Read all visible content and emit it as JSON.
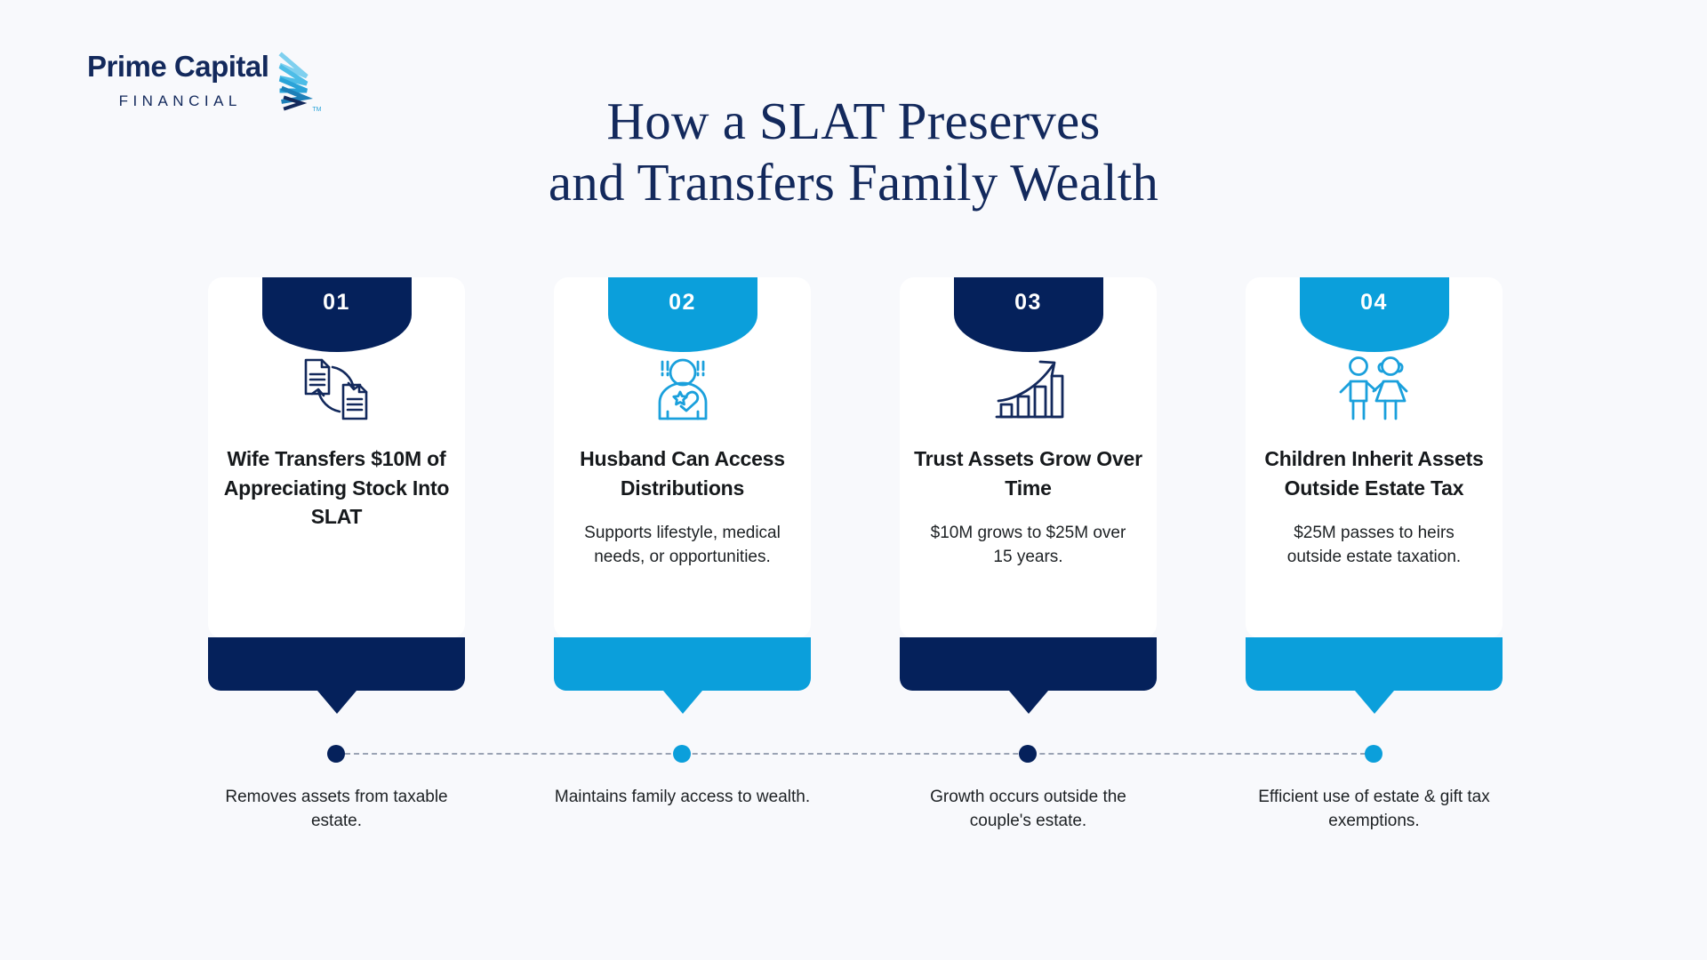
{
  "brand": {
    "logo_name": "Prime Capital",
    "logo_sub": "FINANCIAL",
    "trademark": "TM",
    "navy": "#05215b",
    "cyan": "#0b9fdb",
    "background": "#f8f9fc"
  },
  "header": {
    "title_line1": "How a SLAT Preserves",
    "title_line2": "and Transfers Family Wealth"
  },
  "steps": [
    {
      "number": "01",
      "color": "#05215b",
      "icon": "documents-transfer-icon",
      "title": "Wife Transfers $10M of Appreciating Stock Into SLAT",
      "description": "",
      "caption": "Removes assets from taxable estate."
    },
    {
      "number": "02",
      "color": "#0b9fdb",
      "icon": "person-heart-star-icon",
      "title": "Husband Can Access Distributions",
      "description": "Supports lifestyle, medical needs, or opportunities.",
      "caption": "Maintains family access to wealth."
    },
    {
      "number": "03",
      "color": "#05215b",
      "icon": "growth-chart-arrow-icon",
      "title": "Trust Assets Grow Over Time",
      "description": "$10M grows to $25M over 15 years.",
      "caption": "Growth occurs outside the couple's estate."
    },
    {
      "number": "04",
      "color": "#0b9fdb",
      "icon": "two-children-icon",
      "title": "Children Inherit Assets Outside Estate Tax",
      "description": "$25M passes to heirs outside estate taxation.",
      "caption": "Efficient use of estate & gift tax exemptions."
    }
  ]
}
